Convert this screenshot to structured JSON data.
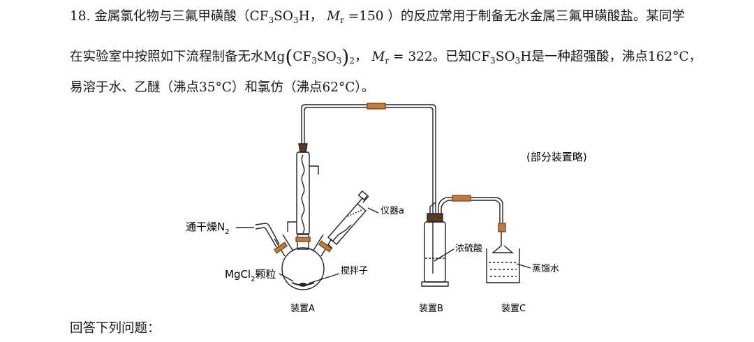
{
  "question": {
    "number": "18.",
    "l1_a": "金属氯化物与三氟甲磺酸（",
    "formula_acid": "CF",
    "sub3": "3",
    "so": "SO",
    "h": "H",
    "comma": "，",
    "mr_M": "M",
    "mr_r": "r",
    "mr_eq": " =150",
    "l1_b": "）的反应常用于制备无水金属三氟甲磺酸盐。某同学",
    "l2_a": "在实验室中按照如下流程制备无水",
    "mg": "Mg",
    "paren_l": "(",
    "paren_r": ")",
    "sub2": "2",
    "comma2": "，",
    "mr_eq2": " = 322",
    "l2_b": "。已知",
    "l2_c": "是一种超强酸，沸点162°C，",
    "l3": "易溶于水、乙醚（沸点35°C）和氯仿（沸点62°C）。"
  },
  "figure": {
    "note": "(部分装置略)",
    "label_n2": "通干燥N",
    "label_n2_sub": "2",
    "label_mgcl2": "MgCl",
    "label_mgcl2_sub": "2",
    "label_mgcl2_tail": "颗粒",
    "label_stirrer": "搅拌子",
    "label_instrument": "仪器a",
    "label_h2so4": "浓硫酸",
    "label_water": "蒸馏水",
    "caption_a": "装置A",
    "caption_b": "装置B",
    "caption_c": "装置C"
  },
  "footer": "回答下列问题："
}
